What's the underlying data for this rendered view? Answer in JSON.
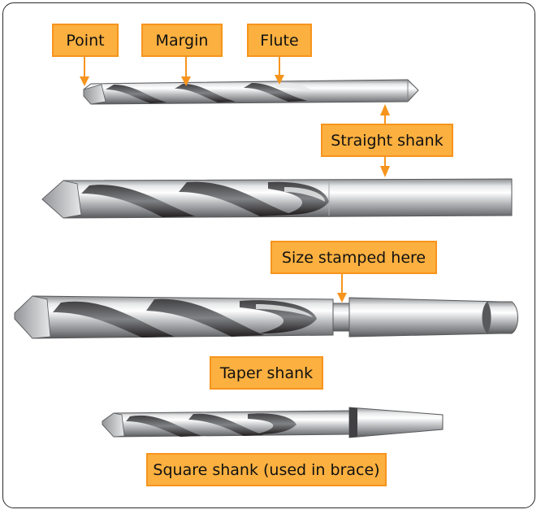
{
  "labels": {
    "point": "Point",
    "margin": "Margin",
    "flute": "Flute",
    "straight_shank": "Straight shank",
    "size_stamped": "Size stamped here",
    "taper_shank": "Taper shank",
    "square_shank": "Square shank (used in brace)"
  },
  "colors": {
    "callout_fill": "#fbb040",
    "callout_border": "#f7941d",
    "arrow": "#f7941d",
    "steel_dark": "#6d6e71",
    "steel_light": "#f1f2f2"
  }
}
